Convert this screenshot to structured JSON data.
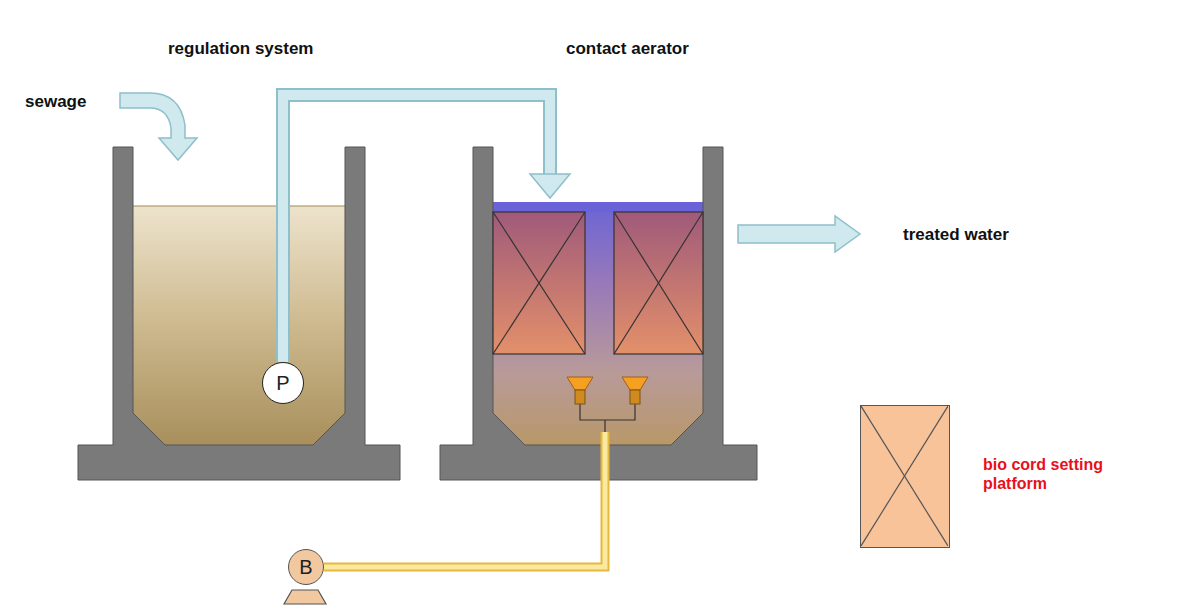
{
  "diagram": {
    "nodes": [
      {
        "text": [
          "regulation system"
        ]
      },
      {
        "text": [
          "P"
        ],
        "in": 0
      },
      {
        "text": [
          "contact aerator"
        ]
      },
      {
        "text": [
          "B"
        ]
      }
    ],
    "edges": [
      {
        "from": 1,
        "to": 2,
        "arrow": "to"
      },
      {
        "from": 3,
        "to": 2,
        "arrow": "none"
      }
    ],
    "labels": [
      "sewage",
      "treated water"
    ],
    "legend": [
      {
        "text": "bio cord setting platform",
        "color": "#f9c39a"
      }
    ]
  }
}
